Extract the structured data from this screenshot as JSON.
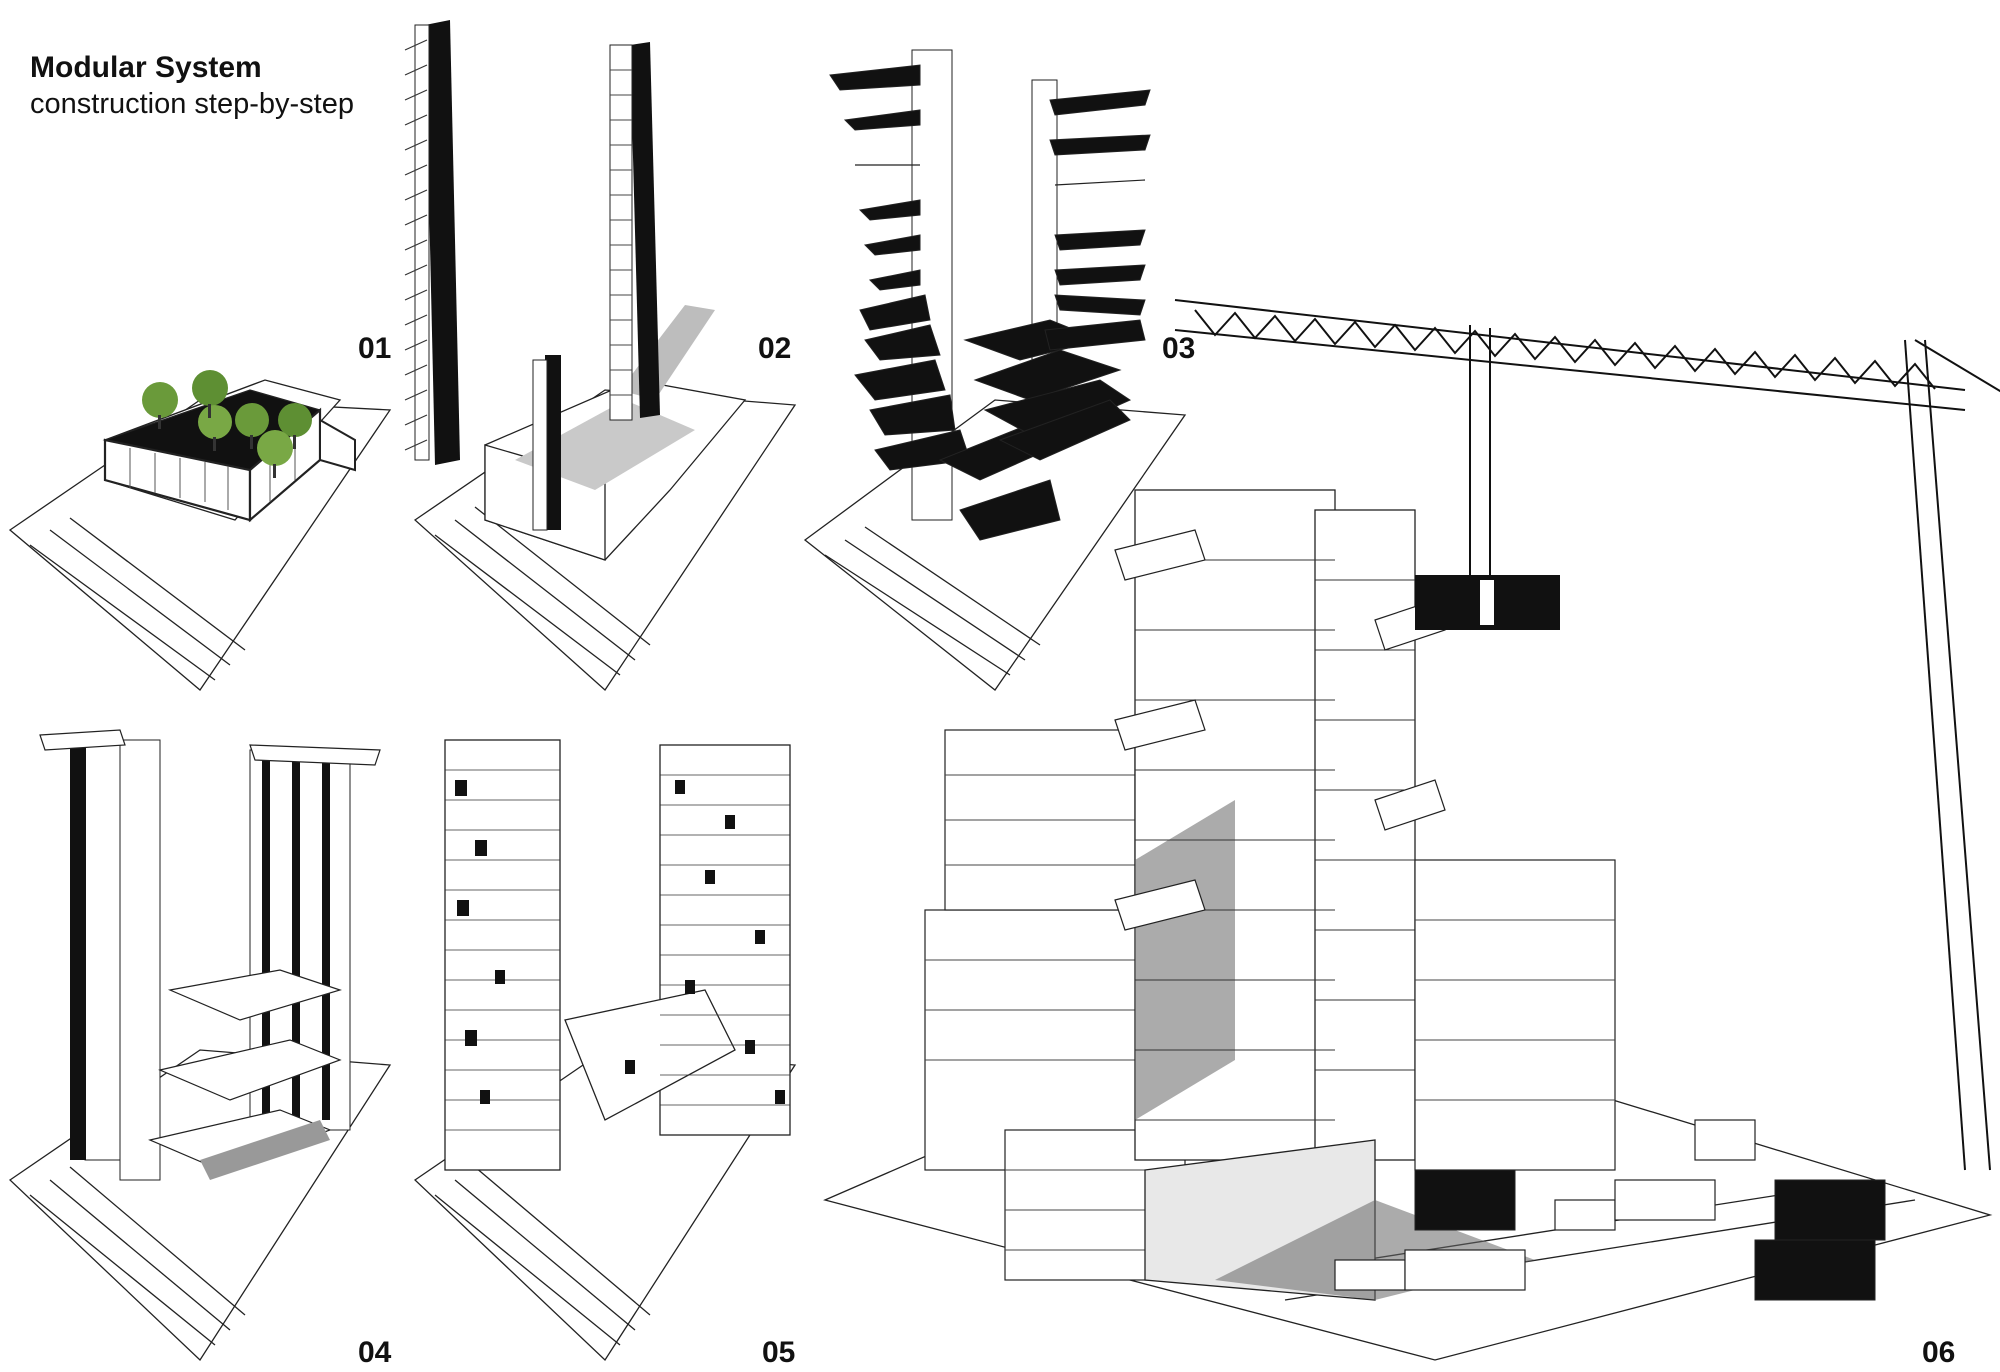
{
  "header": {
    "title": "Modular System",
    "subtitle": "construction step-by-step"
  },
  "steps": [
    {
      "label": "01"
    },
    {
      "label": "02"
    },
    {
      "label": "03"
    },
    {
      "label": "04"
    },
    {
      "label": "05"
    },
    {
      "label": "06"
    }
  ]
}
